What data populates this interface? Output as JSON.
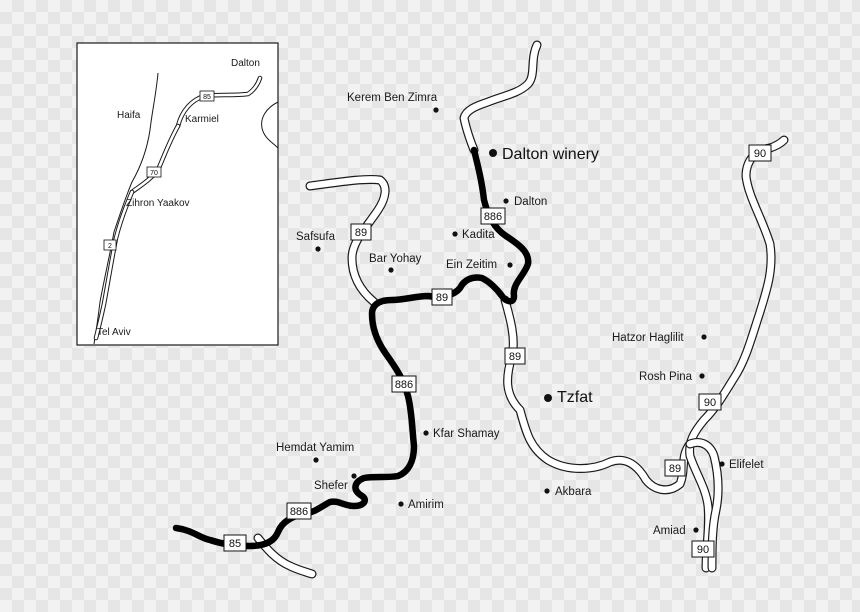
{
  "map": {
    "towns": [
      {
        "id": "kerem-ben-zimra",
        "label": "Kerem Ben Zimra"
      },
      {
        "id": "dalton-winery",
        "label": "Dalton winery"
      },
      {
        "id": "dalton",
        "label": "Dalton"
      },
      {
        "id": "kadita",
        "label": "Kadita"
      },
      {
        "id": "safsufa",
        "label": "Safsufa"
      },
      {
        "id": "bar-yohay",
        "label": "Bar Yohay"
      },
      {
        "id": "ein-zeitim",
        "label": "Ein Zeitim"
      },
      {
        "id": "hatzor-haglilit",
        "label": "Hatzor Haglilit"
      },
      {
        "id": "rosh-pina",
        "label": "Rosh Pina"
      },
      {
        "id": "tzfat",
        "label": "Tzfat"
      },
      {
        "id": "kfar-shamay",
        "label": "Kfar Shamay"
      },
      {
        "id": "hemdat-yamim",
        "label": "Hemdat Yamim"
      },
      {
        "id": "shefer",
        "label": "Shefer"
      },
      {
        "id": "amirim",
        "label": "Amirim"
      },
      {
        "id": "akbara",
        "label": "Akbara"
      },
      {
        "id": "elifelet",
        "label": "Elifelet"
      },
      {
        "id": "amiad",
        "label": "Amiad"
      }
    ],
    "shields": {
      "r886_top": "886",
      "r89_left": "89",
      "r89_mid": "89",
      "r89_right": "89",
      "r886_mid": "886",
      "r886_bottom": "886",
      "r85": "85",
      "r90_top": "90",
      "r90_mid": "90",
      "r89_east": "89",
      "r90_bottom": "90"
    }
  },
  "inset": {
    "places": {
      "dalton": "Dalton",
      "haifa": "Haifa",
      "karmiel": "Karmiel",
      "zihron_yaakov": "Zihron Yaakov",
      "tel_aviv": "Tel Aviv"
    },
    "shields": {
      "r85": "85",
      "r70": "70",
      "r2": "2"
    }
  }
}
